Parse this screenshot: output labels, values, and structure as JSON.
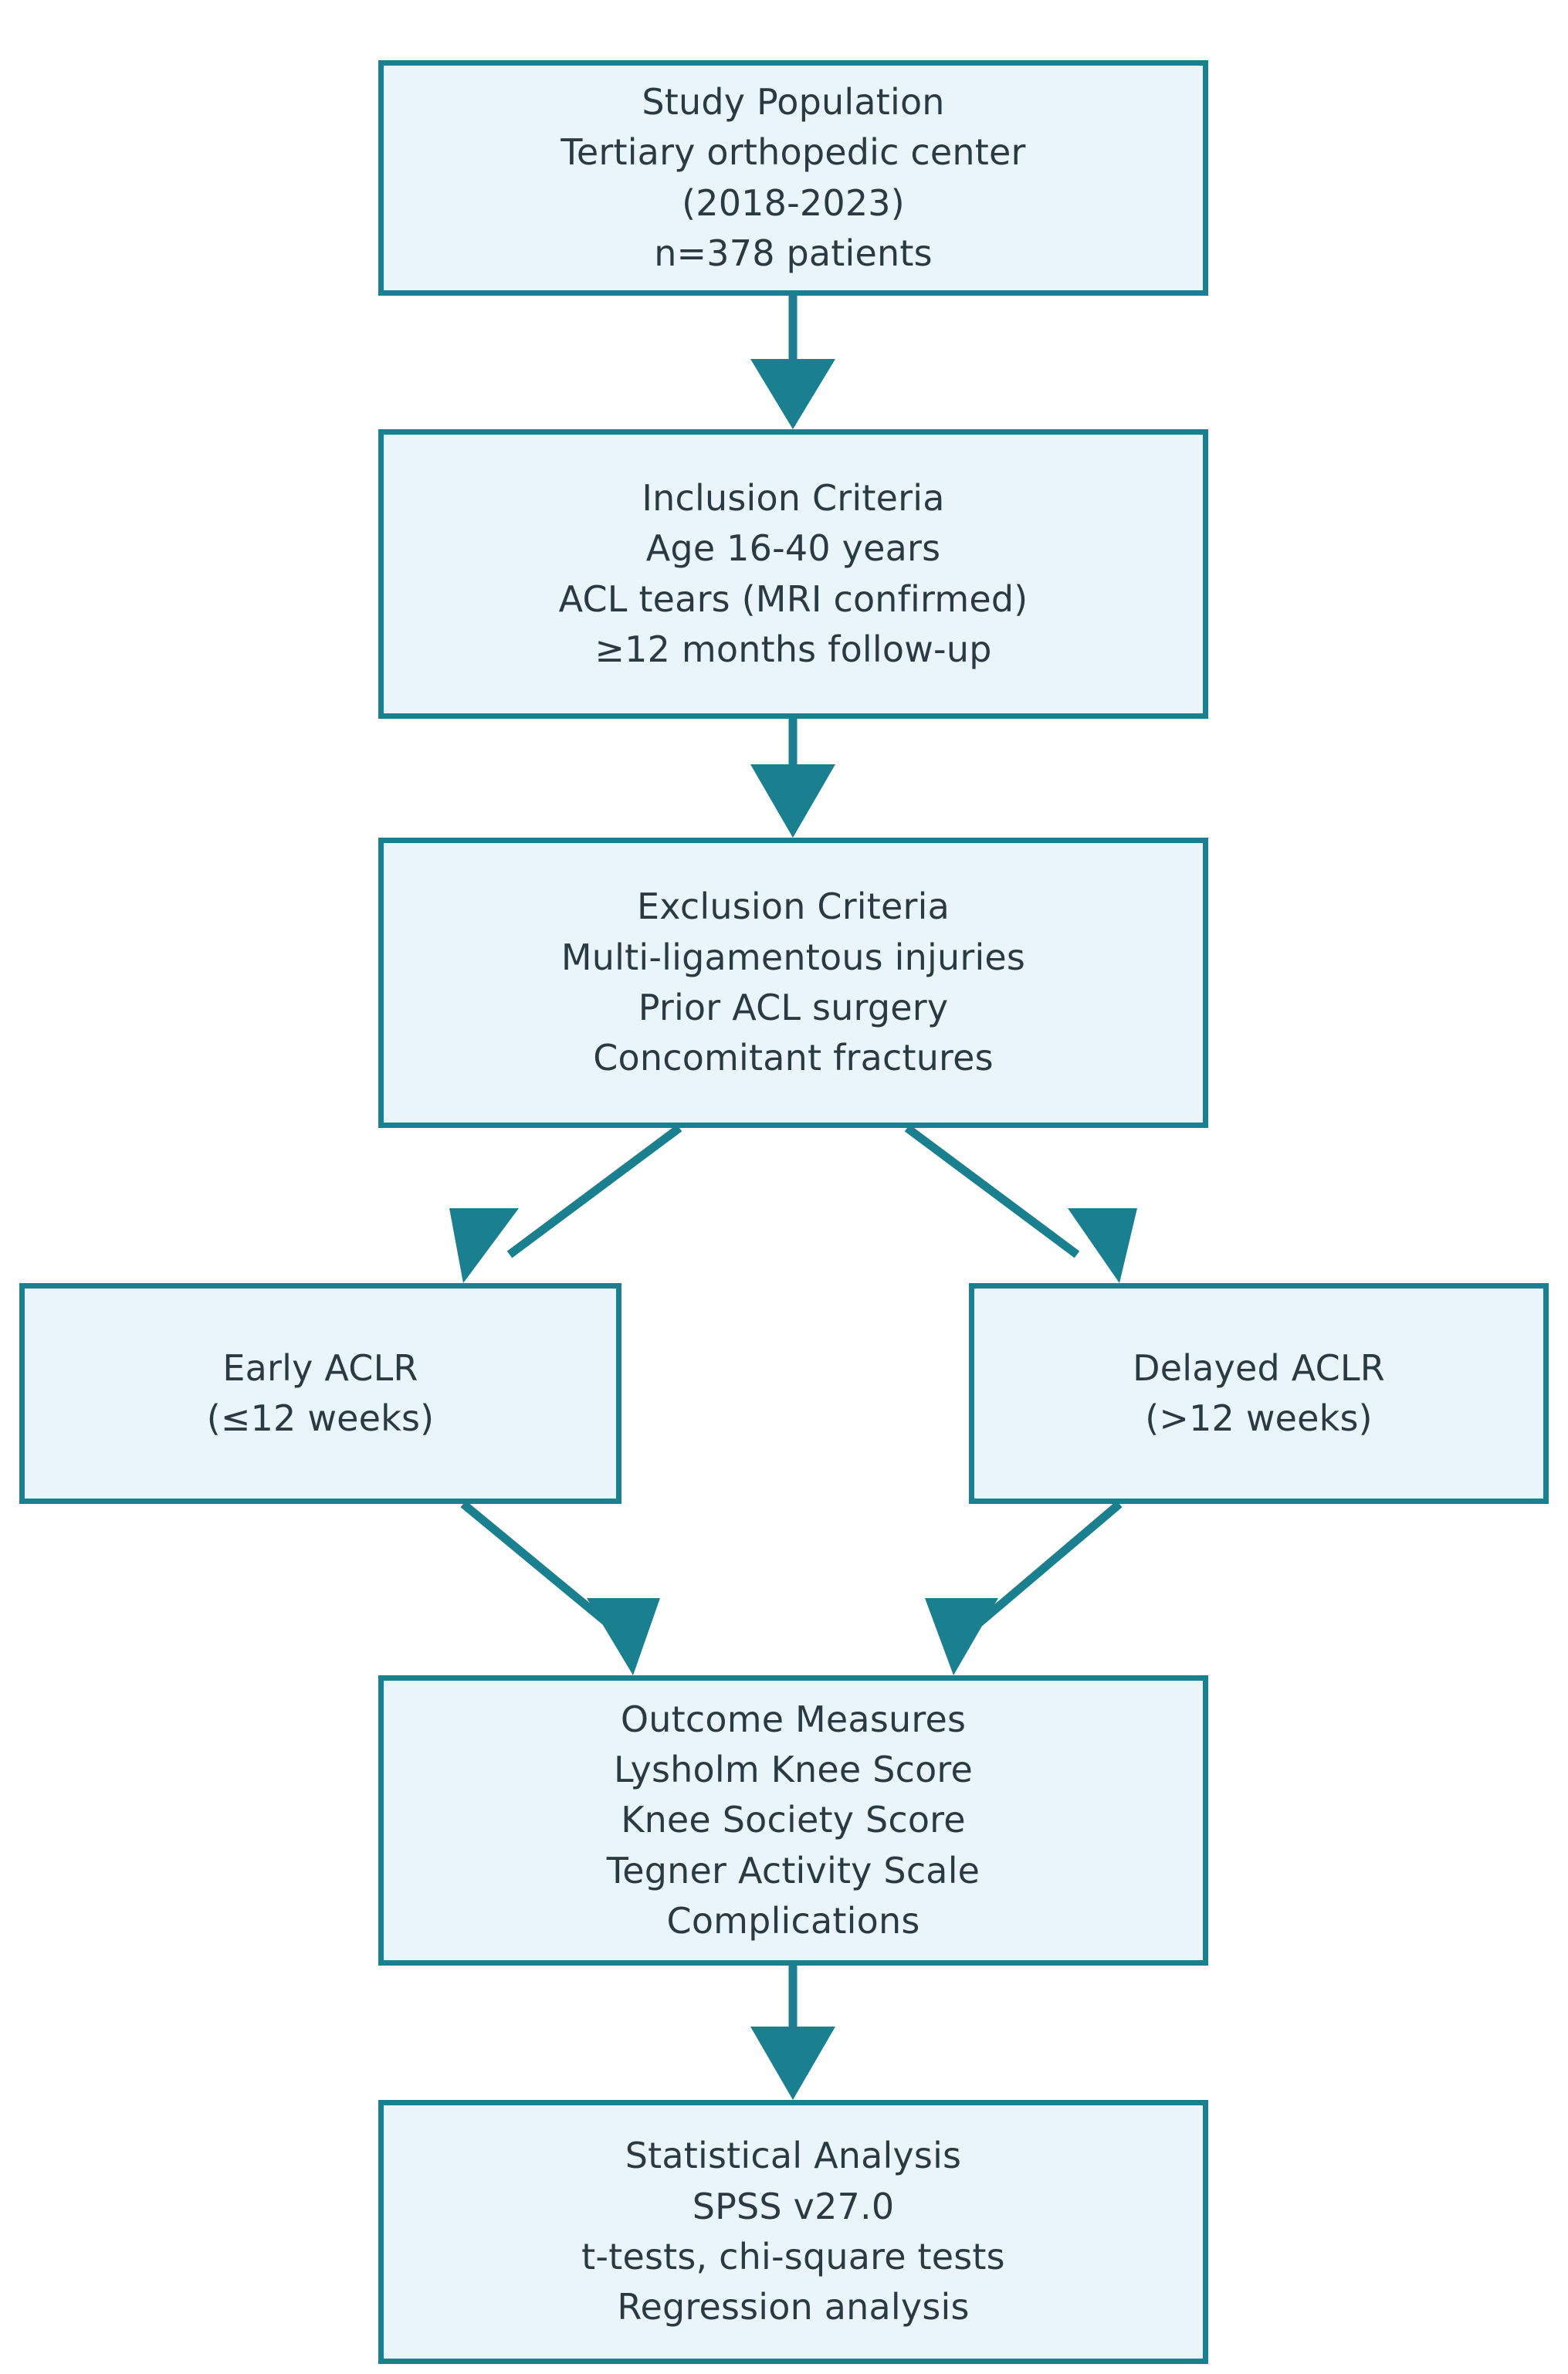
{
  "diagram": {
    "type": "flowchart",
    "orientation": "top-to-bottom",
    "colors": {
      "border": "#1a7f8e",
      "fill": "#e9f4fb",
      "text": "#2b3a42",
      "connector": "#1a7f8e",
      "background": "#ffffff"
    },
    "nodes": {
      "study_population": {
        "lines": [
          "Study Population",
          "Tertiary orthopedic center",
          "(2018-2023)",
          "n=378 patients"
        ]
      },
      "inclusion_criteria": {
        "lines": [
          "Inclusion Criteria",
          "Age 16-40 years",
          "ACL tears (MRI confirmed)",
          "≥12 months follow-up"
        ]
      },
      "exclusion_criteria": {
        "lines": [
          "Exclusion Criteria",
          "Multi-ligamentous injuries",
          "Prior ACL surgery",
          "Concomitant fractures"
        ]
      },
      "early_aclr": {
        "lines": [
          "Early ACLR",
          "(≤12 weeks)"
        ]
      },
      "delayed_aclr": {
        "lines": [
          "Delayed ACLR",
          "(>12 weeks)"
        ]
      },
      "outcome_measures": {
        "lines": [
          "Outcome Measures",
          "Lysholm Knee Score",
          "Knee Society Score",
          "Tegner Activity Scale",
          "Complications"
        ]
      },
      "statistical_analysis": {
        "lines": [
          "Statistical Analysis",
          "SPSS v27.0",
          "t-tests, chi-square tests",
          "Regression analysis"
        ]
      }
    },
    "edges": [
      {
        "from": "study_population",
        "to": "inclusion_criteria",
        "style": "straight-down"
      },
      {
        "from": "inclusion_criteria",
        "to": "exclusion_criteria",
        "style": "straight-down"
      },
      {
        "from": "exclusion_criteria",
        "to": "early_aclr",
        "style": "diagonal-left"
      },
      {
        "from": "exclusion_criteria",
        "to": "delayed_aclr",
        "style": "diagonal-right"
      },
      {
        "from": "early_aclr",
        "to": "outcome_measures",
        "style": "diagonal-right"
      },
      {
        "from": "delayed_aclr",
        "to": "outcome_measures",
        "style": "diagonal-left"
      },
      {
        "from": "outcome_measures",
        "to": "statistical_analysis",
        "style": "straight-down"
      }
    ]
  }
}
